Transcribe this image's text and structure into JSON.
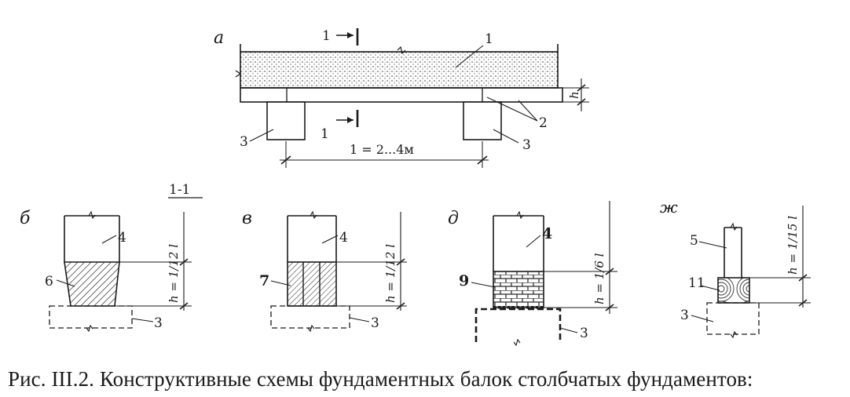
{
  "scheme_a": {
    "label": "а",
    "section_mark": "1",
    "callouts": {
      "wall": "1",
      "beam": "2",
      "column_left": "3",
      "column_right": "3"
    },
    "span": "1 = 2...4м",
    "height": "h"
  },
  "section_title": "1-1",
  "scheme_b": {
    "label": "б",
    "wall": "4",
    "beam": "6",
    "footing": "3",
    "dim": "h = 1/12 l"
  },
  "scheme_v": {
    "label": "в",
    "wall": "4",
    "beam": "7",
    "footing": "3",
    "dim": "h = 1/12 l"
  },
  "scheme_d": {
    "label": "д",
    "wall": "4",
    "beam": "9",
    "footing": "3",
    "dim": "h = 1/6 l"
  },
  "scheme_zh": {
    "label": "ж",
    "wall": "5",
    "beam": "11",
    "footing": "3",
    "dim": "h = 1/15 l"
  },
  "caption": "Рис. III.2. Конструктивные схемы фундаментных балок столбчатых фундаментов:",
  "colors": {
    "ink": "#1a1a1a",
    "paper": "#ffffff"
  }
}
